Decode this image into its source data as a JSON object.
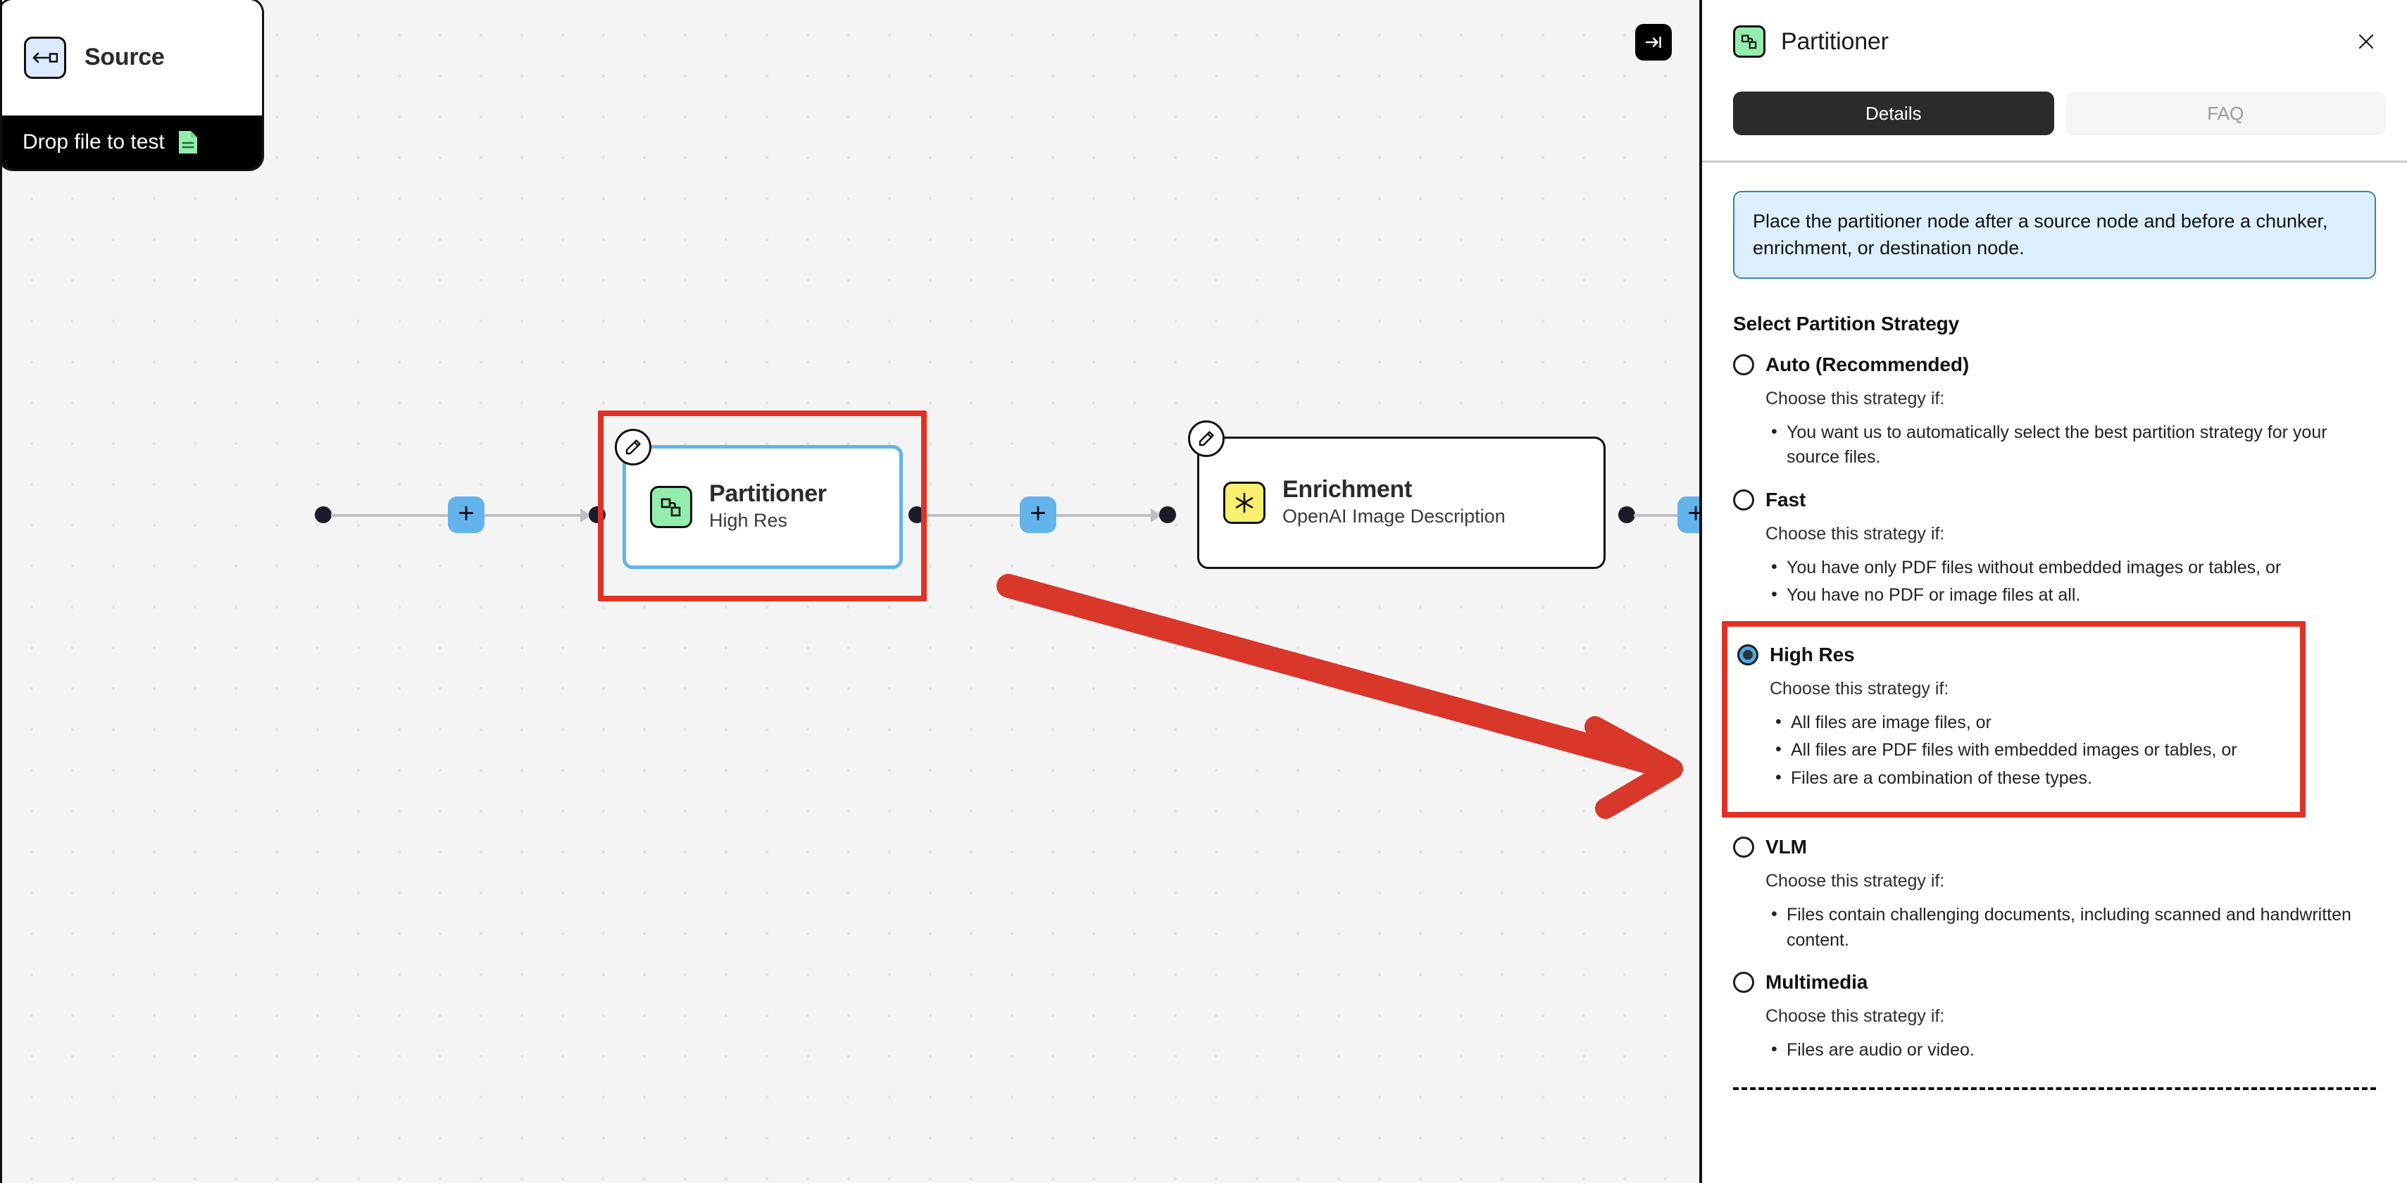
{
  "canvas": {
    "collapse_button": {
      "name": "collapse-panel",
      "glyph": "→|"
    },
    "nodes": [
      {
        "id": "source",
        "title": "Source",
        "subtitle": "",
        "footer_label": "Drop file to test",
        "icon": "source-arrow-icon",
        "icon_bg": "#dbeafe"
      },
      {
        "id": "partitioner",
        "title": "Partitioner",
        "subtitle": "High Res",
        "icon": "partitioner-nodes-icon",
        "icon_bg": "#93edad",
        "selected": true
      },
      {
        "id": "enrichment",
        "title": "Enrichment",
        "subtitle": "OpenAI Image Description",
        "icon": "enrichment-asterisk-icon",
        "icon_bg": "#fbf06e"
      }
    ],
    "add_buttons": [
      {
        "name": "add-node-after-source",
        "label": "+"
      },
      {
        "name": "add-node-after-partitioner",
        "label": "+"
      },
      {
        "name": "add-node-after-enrichment",
        "label": "+"
      }
    ],
    "annotations": {
      "highlight_color": "#e03124",
      "arrow": "points-to-high-res-option"
    }
  },
  "panel": {
    "title": "Partitioner",
    "icon": "partitioner-nodes-icon",
    "close_label": "✕",
    "tabs": [
      {
        "label": "Details",
        "active": true
      },
      {
        "label": "FAQ",
        "active": false
      }
    ],
    "info_banner": {
      "text": "Place the partitioner node after a source node and before a chunker, enrichment, or destination node.",
      "bg": "#ddeffc",
      "border": "#3a7fc0"
    },
    "section_heading": "Select Partition Strategy",
    "choose_prefix": "Choose this strategy if:",
    "strategies": [
      {
        "id": "auto",
        "label": "Auto (Recommended)",
        "selected": false,
        "highlighted": false,
        "choose": "Choose this strategy if:",
        "bullets": [
          "You want us to automatically select the best partition strategy for your source files."
        ]
      },
      {
        "id": "fast",
        "label": "Fast",
        "selected": false,
        "highlighted": false,
        "choose": "Choose this strategy if:",
        "bullets": [
          "You have only PDF files without embedded images or tables, or",
          "You have no PDF or image files at all."
        ]
      },
      {
        "id": "high-res",
        "label": "High Res",
        "selected": true,
        "highlighted": true,
        "choose": "Choose this strategy if:",
        "bullets": [
          "All files are image files, or",
          "All files are PDF files with embedded images or tables, or",
          "Files are a combination of these types."
        ]
      },
      {
        "id": "vlm",
        "label": "VLM",
        "selected": false,
        "highlighted": false,
        "choose": "Choose this strategy if:",
        "bullets": [
          "Files contain challenging documents, including scanned and handwritten content."
        ]
      },
      {
        "id": "multimedia",
        "label": "Multimedia",
        "selected": false,
        "highlighted": false,
        "choose": "Choose this strategy if:",
        "bullets": [
          "Files are audio or video."
        ]
      }
    ]
  }
}
